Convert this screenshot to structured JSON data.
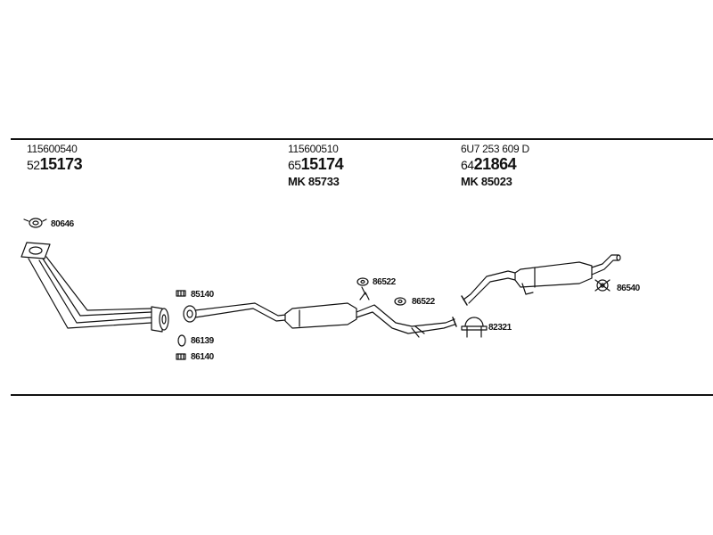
{
  "headers": [
    {
      "oem": "115600540",
      "prefix": "52",
      "main": "15173",
      "mk": ""
    },
    {
      "oem": "115600510",
      "prefix": "65",
      "main": "15174",
      "mk": "MK  85733"
    },
    {
      "oem": "6U7 253 609 D",
      "prefix": "64",
      "main": "21864",
      "mk": "MK  85023"
    }
  ],
  "callouts": {
    "gasket_80646": "80646",
    "clamp_85140": "85140",
    "ring_86139": "86139",
    "clamp_86140": "86140",
    "clamp_86522_top": "86522",
    "clamp_86522_bottom": "86522",
    "clamp_82321": "82321",
    "rubber_86540": "86540"
  }
}
